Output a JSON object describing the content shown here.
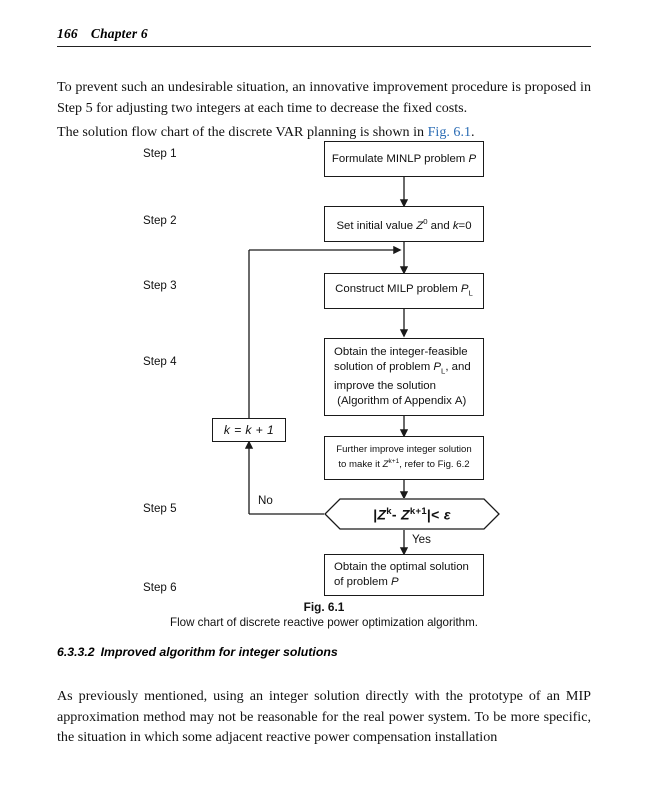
{
  "page": {
    "folio": "166",
    "chapter": "Chapter 6"
  },
  "paragraphs": {
    "p1_before": "To prevent such an undesirable situation, an innovative improvement procedure is proposed in Step 5 for adjusting two integers at each time to decrease the fixed costs.",
    "p2_before": "The solution flow chart of the discrete VAR planning is shown in ",
    "p2_link": "Fig. 6.1",
    "p2_after": ".",
    "p3": "As previously mentioned, using an integer solution directly with the prototype of an MIP approximation method may not be reasonable for the real power system. To be more specific, the situation in which some adjacent reactive power compensation installation"
  },
  "section": {
    "number": "6.3.3.2",
    "title": "Improved algorithm for integer solutions"
  },
  "figure": {
    "steps": [
      {
        "label": "Step 1"
      },
      {
        "label": "Step 2"
      },
      {
        "label": "Step 3"
      },
      {
        "label": "Step 4"
      },
      {
        "label": "Step 5"
      },
      {
        "label": "Step 6"
      }
    ],
    "nodes": {
      "step1": "Formulate MINLP problem P",
      "step2": "Set initial value Z0 and k=0",
      "step3": "Construct MILP problem PL",
      "step4_line1": "Obtain the integer-feasible",
      "step4_line2": "solution of problem PL, and",
      "step4_line3": "improve the solution",
      "step4_line4": "(Algorithm of Appendix A)",
      "further_line1": "Further improve integer solution",
      "further_line2": "to make it Zk+1, refer to Fig. 6.2",
      "loop": "k = k + 1",
      "decision": "|Zk - Zk+1| < ε",
      "step6_line1": "Obtain the optimal solution",
      "step6_line2": "of problem P"
    },
    "edge_labels": {
      "no": "No",
      "yes": "Yes"
    },
    "caption_number": "Fig. 6.1",
    "caption_text": "Flow chart of discrete reactive power optimization algorithm."
  },
  "colors": {
    "link": "#2b6cb4",
    "ink": "#111111",
    "stroke": "#1a1a1a",
    "paper": "#ffffff"
  }
}
